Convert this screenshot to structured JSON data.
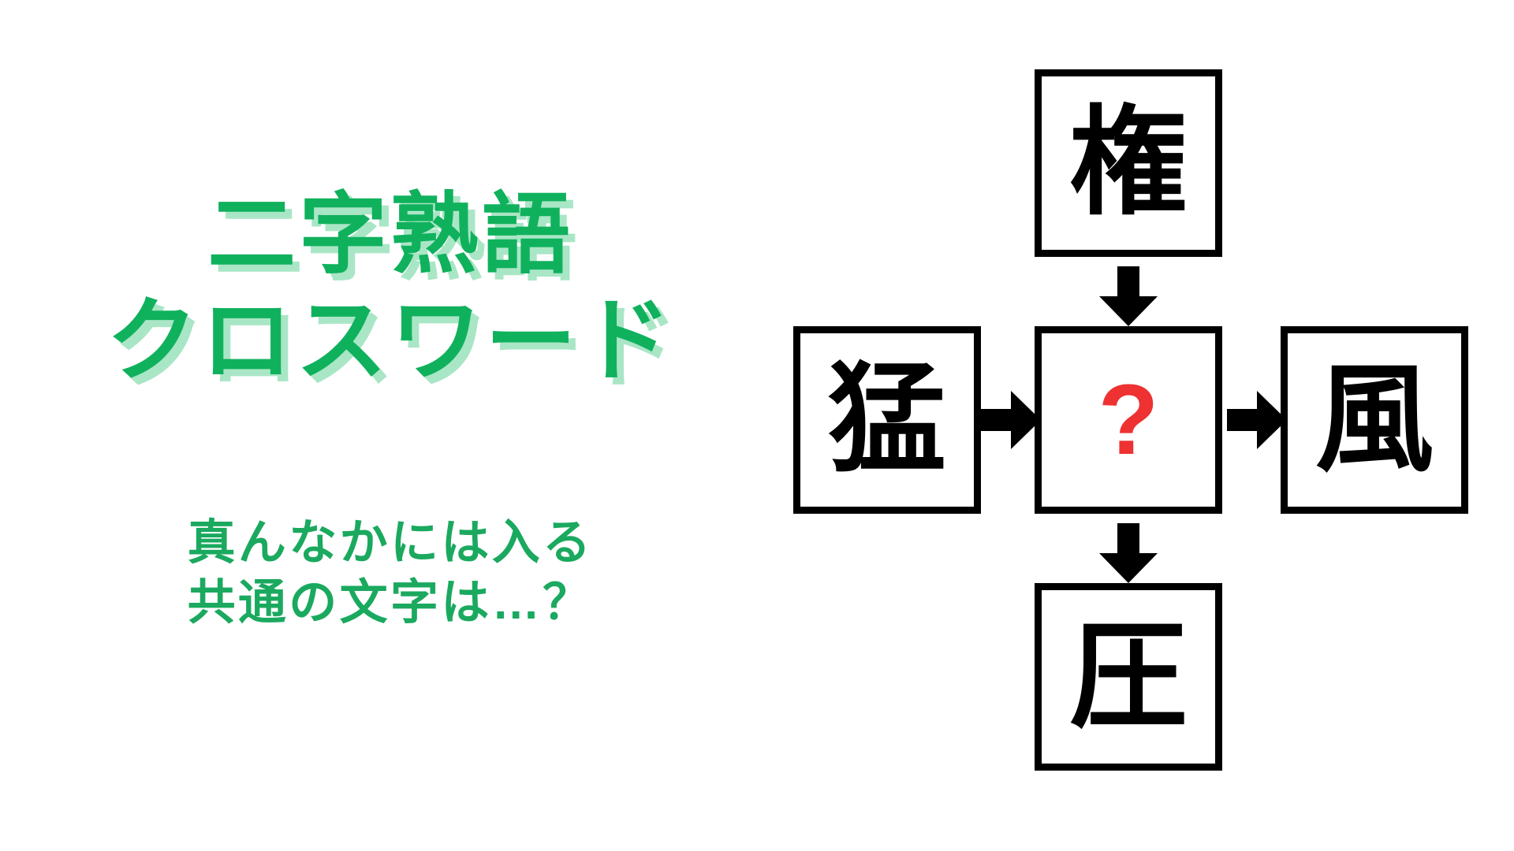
{
  "page": {
    "background_color": "#ffffff",
    "accent_green": "#10B15D",
    "accent_green_shadow": "#A9E6C6",
    "subtitle_green": "#1AA95F",
    "answer_red": "#EE3131",
    "line_black": "#000000"
  },
  "title": {
    "line1": "二字熟語",
    "line2": "クロスワード"
  },
  "subtitle": {
    "line1": "真んなかには入る",
    "line2": "共通の文字は…？"
  },
  "puzzle": {
    "type": "kanji-crossword",
    "center_placeholder": "?",
    "cells": {
      "top": "権",
      "left": "猛",
      "center": "?",
      "right": "風",
      "bottom": "圧"
    },
    "arrows": [
      {
        "name": "arrow-top-to-center",
        "direction": "down"
      },
      {
        "name": "arrow-left-to-center",
        "direction": "right"
      },
      {
        "name": "arrow-center-to-right",
        "direction": "right"
      },
      {
        "name": "arrow-center-to-bottom",
        "direction": "down"
      }
    ],
    "words": [
      {
        "first": "猛",
        "second": "?",
        "reading_hint": "left-to-center"
      },
      {
        "first": "?",
        "second": "風",
        "reading_hint": "center-to-right"
      },
      {
        "first": "権",
        "second": "?",
        "reading_hint": "top-to-center"
      },
      {
        "first": "?",
        "second": "圧",
        "reading_hint": "center-to-bottom"
      }
    ]
  }
}
